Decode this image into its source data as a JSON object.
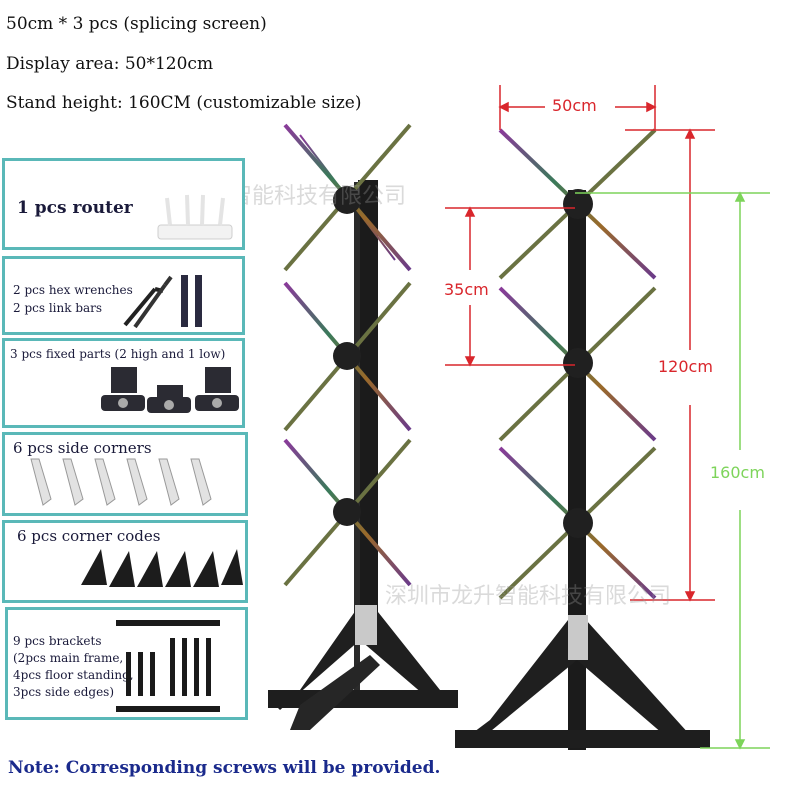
{
  "specs": {
    "line1": "50cm * 3 pcs (splicing screen)",
    "line2": "Display area: 50*120cm",
    "line3": "Stand height: 160CM (customizable size)"
  },
  "accessories": [
    {
      "label": "1 pcs router"
    },
    {
      "label": "2 pcs hex wrenches",
      "label2": "2 pcs link bars"
    },
    {
      "label": "3 pcs fixed parts (2 high and 1 low)"
    },
    {
      "label": "6 pcs side corners"
    },
    {
      "label": "6 pcs corner codes"
    },
    {
      "label": "9 pcs brackets",
      "lines": [
        "(2pcs main frame,",
        "4pcs floor standing,",
        "3pcs side edges)"
      ]
    }
  ],
  "note": "Note: Corresponding screws will be provided.",
  "dimensions": {
    "width": "50cm",
    "fan": "35cm",
    "display_height": "120cm",
    "stand_height": "160cm"
  },
  "watermark": "深圳市龙升智能科技有限公司",
  "colors": {
    "box_border": "#5ab8b8",
    "note_text": "#1a2a8c",
    "dim_red": "#d9262c",
    "dim_green": "#7dd45a",
    "stand_black": "#1b1b1b"
  }
}
